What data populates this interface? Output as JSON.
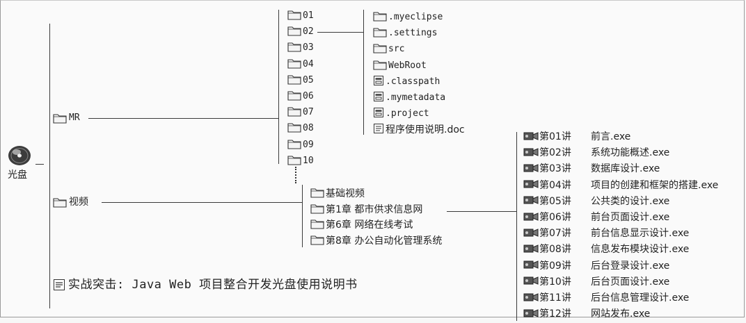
{
  "root": {
    "label": "光盘",
    "icon": "disc-icon"
  },
  "level1": {
    "mr": {
      "label": "MR",
      "icon": "folder-icon"
    },
    "video": {
      "label": "视频",
      "icon": "folder-icon"
    },
    "manual": {
      "label": "实战突击: Java Web 项目整合开发光盘使用说明书",
      "icon": "document-icon"
    }
  },
  "mr_folders": [
    "01",
    "02",
    "03",
    "04",
    "05",
    "06",
    "07",
    "08",
    "09",
    "10"
  ],
  "project_02_children": [
    {
      "label": ".myeclipse",
      "icon": "folder-icon"
    },
    {
      "label": ".settings",
      "icon": "folder-icon"
    },
    {
      "label": "src",
      "icon": "folder-icon"
    },
    {
      "label": "WebRoot",
      "icon": "folder-icon"
    },
    {
      "label": ".classpath",
      "icon": "config-file-icon"
    },
    {
      "label": ".mymetadata",
      "icon": "config-file-icon"
    },
    {
      "label": ".project",
      "icon": "config-file-icon"
    },
    {
      "label": "程序使用说明.doc",
      "icon": "document-icon"
    }
  ],
  "video_children": [
    {
      "label": "基础视频"
    },
    {
      "label": "第1章 都市供求信息网"
    },
    {
      "label": "第6章 网络在线考试"
    },
    {
      "label": "第8章 办公自动化管理系统"
    }
  ],
  "lectures": [
    {
      "num": "第01讲",
      "title": "前言.exe"
    },
    {
      "num": "第02讲",
      "title": "系统功能概述.exe"
    },
    {
      "num": "第03讲",
      "title": "数据库设计.exe"
    },
    {
      "num": "第04讲",
      "title": "项目的创建和框架的搭建.exe"
    },
    {
      "num": "第05讲",
      "title": "公共类的设计.exe"
    },
    {
      "num": "第06讲",
      "title": "前台页面设计.exe"
    },
    {
      "num": "第07讲",
      "title": "前台信息显示设计.exe"
    },
    {
      "num": "第08讲",
      "title": "信息发布模块设计.exe"
    },
    {
      "num": "第09讲",
      "title": "后台登录设计.exe"
    },
    {
      "num": "第10讲",
      "title": "后台页面设计.exe"
    },
    {
      "num": "第11讲",
      "title": "后台信息管理设计.exe"
    },
    {
      "num": "第12讲",
      "title": "网站发布.exe"
    }
  ]
}
